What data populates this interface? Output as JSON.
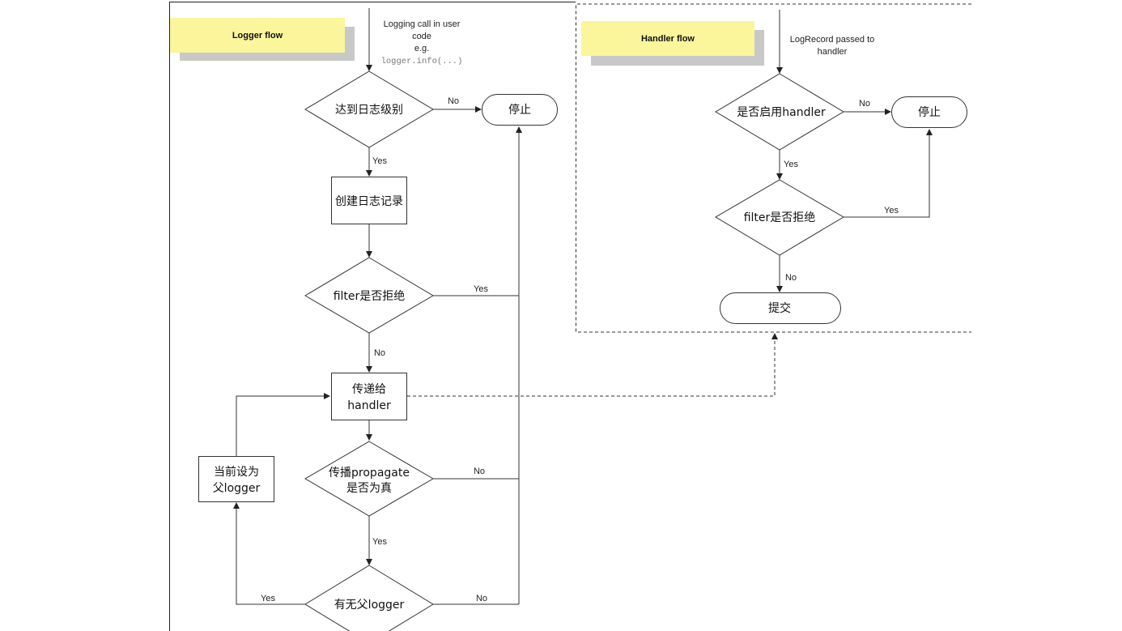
{
  "logger_flow": {
    "title": "Logger flow",
    "start_note": {
      "line1": "Logging call in user",
      "line2": "code",
      "line3": "e.g.",
      "code": "logger.info(...)"
    },
    "decision_level": "达到日志级别",
    "stop": "停止",
    "create_record": "创建日志记录",
    "decision_filter": "filter是否拒绝",
    "pass_handler": {
      "line1": "传递给",
      "line2": "handler"
    },
    "decision_propagate": {
      "line1": "传播propagate",
      "line2": "是否为真"
    },
    "set_parent": {
      "line1": "当前设为",
      "line2": "父logger"
    },
    "decision_parent": "有无父logger",
    "labels": {
      "no_level": "No",
      "yes_level": "Yes",
      "yes_filter": "Yes",
      "no_filter": "No",
      "no_propagate": "No",
      "yes_propagate": "Yes",
      "yes_parent": "Yes",
      "no_parent": "No"
    }
  },
  "handler_flow": {
    "title": "Handler flow",
    "start_note": {
      "line1": "LogRecord passed to",
      "line2": "handler"
    },
    "decision_enabled": "是否启用handler",
    "stop": "停止",
    "decision_filter": "filter是否拒绝",
    "emit": "提交",
    "labels": {
      "no_enabled": "No",
      "yes_enabled": "Yes",
      "yes_filter": "Yes",
      "no_filter": "No"
    }
  },
  "colors": {
    "note_yellow": "#fbf59b",
    "note_shadow": "#c8c8c8",
    "line": "#333333"
  }
}
